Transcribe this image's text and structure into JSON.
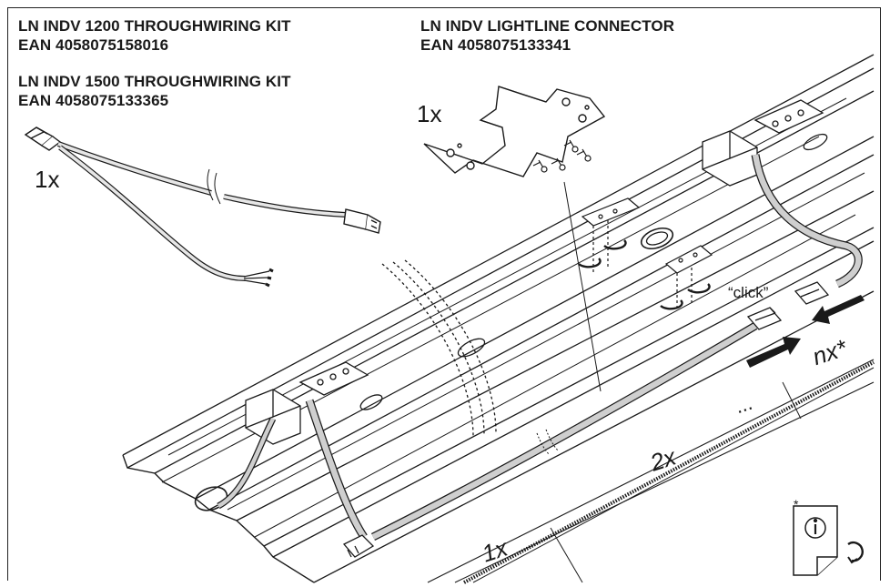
{
  "kits": [
    {
      "name": "LN INDV 1200 THROUGHWIRING KIT",
      "ean": "EAN 4058075158016"
    },
    {
      "name": "LN INDV 1500 THROUGHWIRING KIT",
      "ean": "EAN 4058075133365"
    }
  ],
  "connector": {
    "name": "LN INDV LIGHTLINE CONNECTOR",
    "ean": "EAN 4058075133341"
  },
  "quantities": {
    "cable_qty": "1x",
    "connector_qty": "1x",
    "segment_1": "1x",
    "segment_2": "2x",
    "segment_n": "nx*",
    "ellipsis": "..."
  },
  "labels": {
    "click": "“click”",
    "footnote_star": "*"
  },
  "icons": [
    "info-document-icon",
    "rotate-arrow-icon",
    "push-arrow-icon"
  ],
  "colors": {
    "line": "#1a1a1a",
    "cable": "#c8c8c8",
    "rail": "#f2f2f2"
  }
}
